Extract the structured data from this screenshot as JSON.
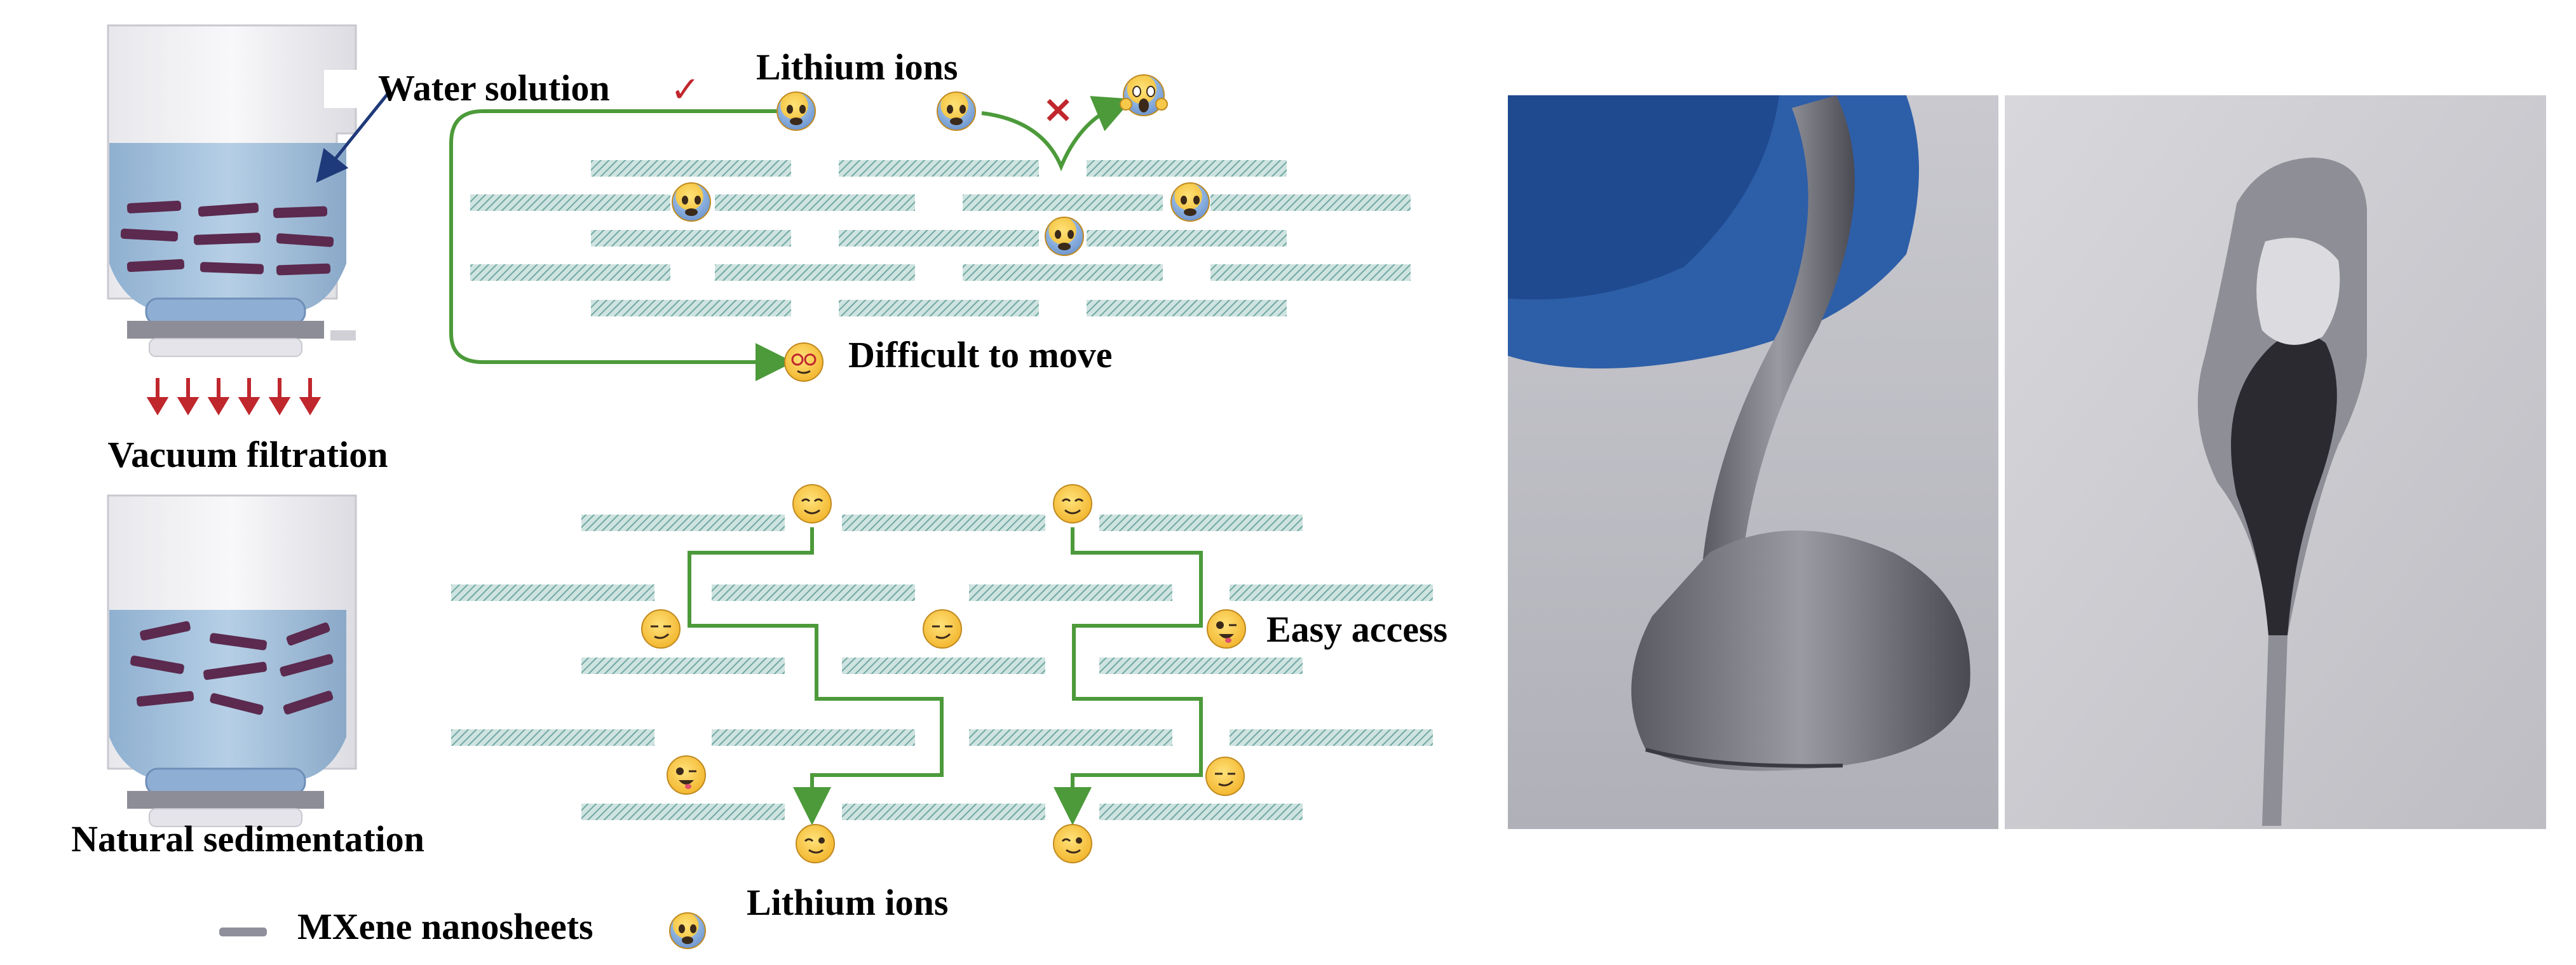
{
  "labels": {
    "water_solution": "Water solution",
    "lithium_ions_top": "Lithium ions",
    "difficult_to_move": "Difficult to move",
    "vacuum_filtration": "Vacuum filtration",
    "natural_sedimentation": "Natural sedimentation",
    "easy_access": "Easy access",
    "lithium_ions_bottom": "Lithium ions",
    "legend_mxene": "MXene nanosheets"
  },
  "symbols": {
    "check": "✓",
    "cross": "×"
  },
  "icons": {
    "filtration_device": "filtration-device-icon",
    "sedimentation_device": "sedimentation-device-icon",
    "ion_blocked": "fearful-face-icon",
    "ion_screaming": "screaming-face-icon",
    "ion_stuck": "dizzy-face-icon",
    "ion_easy": "smiling-face-icon",
    "ion_winking": "winking-face-icon",
    "photo_left": "bent-film-photo-icon",
    "photo_right": "looped-film-photo-icon"
  },
  "colors": {
    "path_green": "#4c9a3a",
    "nanosheet_teal": "#7fb6b0",
    "water_blue": "#a7c4df",
    "mxene_purple": "#5b2a4e",
    "arrow_red": "#c0272d",
    "glove_blue": "#2d5ea8"
  }
}
